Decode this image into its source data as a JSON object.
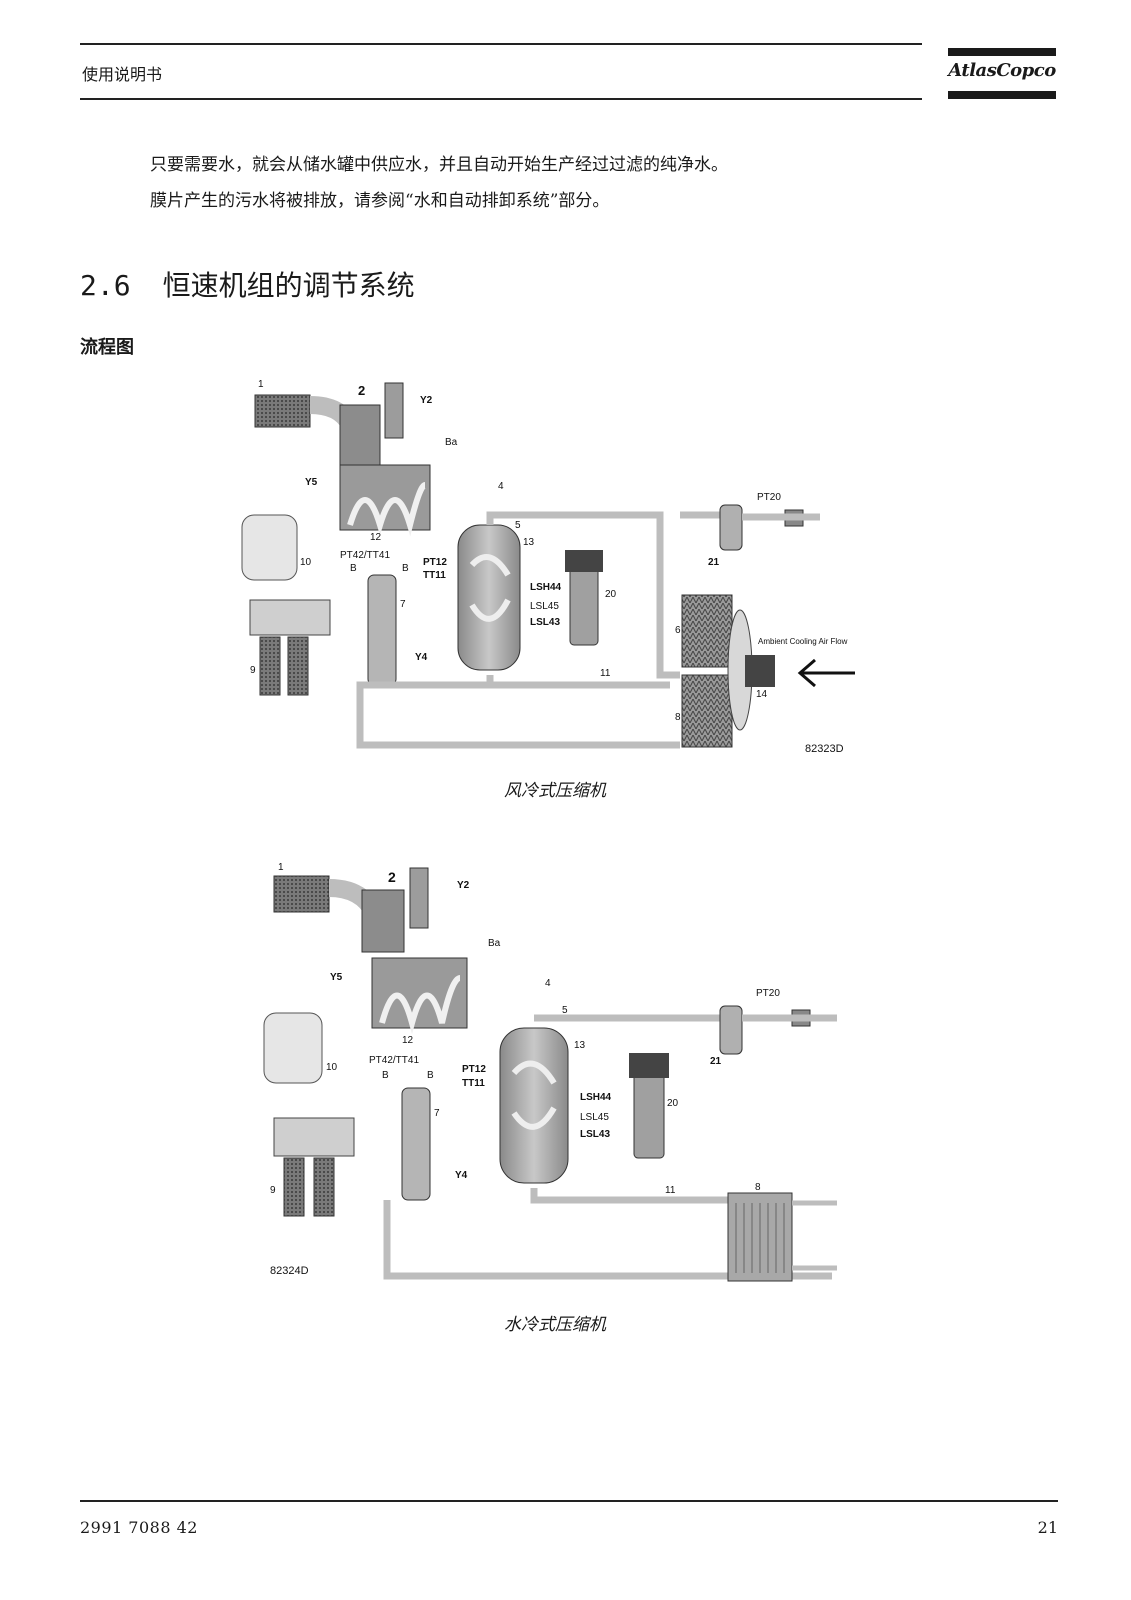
{
  "header": {
    "title": "使用说明书",
    "logo_text": "AtlasCopco"
  },
  "intro": {
    "line1": "只要需要水，就会从储水罐中供应水，并且自动开始生产经过过滤的纯净水。",
    "line2": "膜片产生的污水将被排放，请参阅“水和自动排卸系统”部分。"
  },
  "section": {
    "number": "2.6",
    "title": "恒速机组的调节系统"
  },
  "subheading": "流程图",
  "diagram_air": {
    "caption": "风冷式压缩机",
    "code": "82323D",
    "labels": {
      "n1": "1",
      "n2": "2",
      "y2": "Y2",
      "ba": "Ba",
      "y5": "Y5",
      "n4": "4",
      "n5": "5",
      "n12": "12",
      "n13": "13",
      "n10": "10",
      "pt42": "PT42/TT41",
      "b1": "B",
      "b2": "B",
      "pt12": "PT12",
      "tt11": "TT11",
      "lsh44": "LSH44",
      "lsl45": "LSL45",
      "lsl43": "LSL43",
      "n7": "7",
      "n20": "20",
      "n9": "9",
      "y4": "Y4",
      "n11": "11",
      "n6": "6",
      "n8": "8",
      "n14": "14",
      "n21": "21",
      "pt20": "PT20",
      "airflow": "Ambient Cooling Air Flow"
    }
  },
  "diagram_water": {
    "caption": "水冷式压缩机",
    "code": "82324D",
    "labels": {
      "n1": "1",
      "n2": "2",
      "y2": "Y2",
      "ba": "Ba",
      "y5": "Y5",
      "n4": "4",
      "n5": "5",
      "n12": "12",
      "n13": "13",
      "n10": "10",
      "pt42": "PT42/TT41",
      "b1": "B",
      "b2": "B",
      "pt12": "PT12",
      "tt11": "TT11",
      "lsh44": "LSH44",
      "lsl45": "LSL45",
      "lsl43": "LSL43",
      "n7": "7",
      "n20": "20",
      "n9": "9",
      "y4": "Y4",
      "n11": "11",
      "n8": "8",
      "n21": "21",
      "pt20": "PT20"
    }
  },
  "footer": {
    "doc_number": "2991 7088 42",
    "page": "21"
  }
}
